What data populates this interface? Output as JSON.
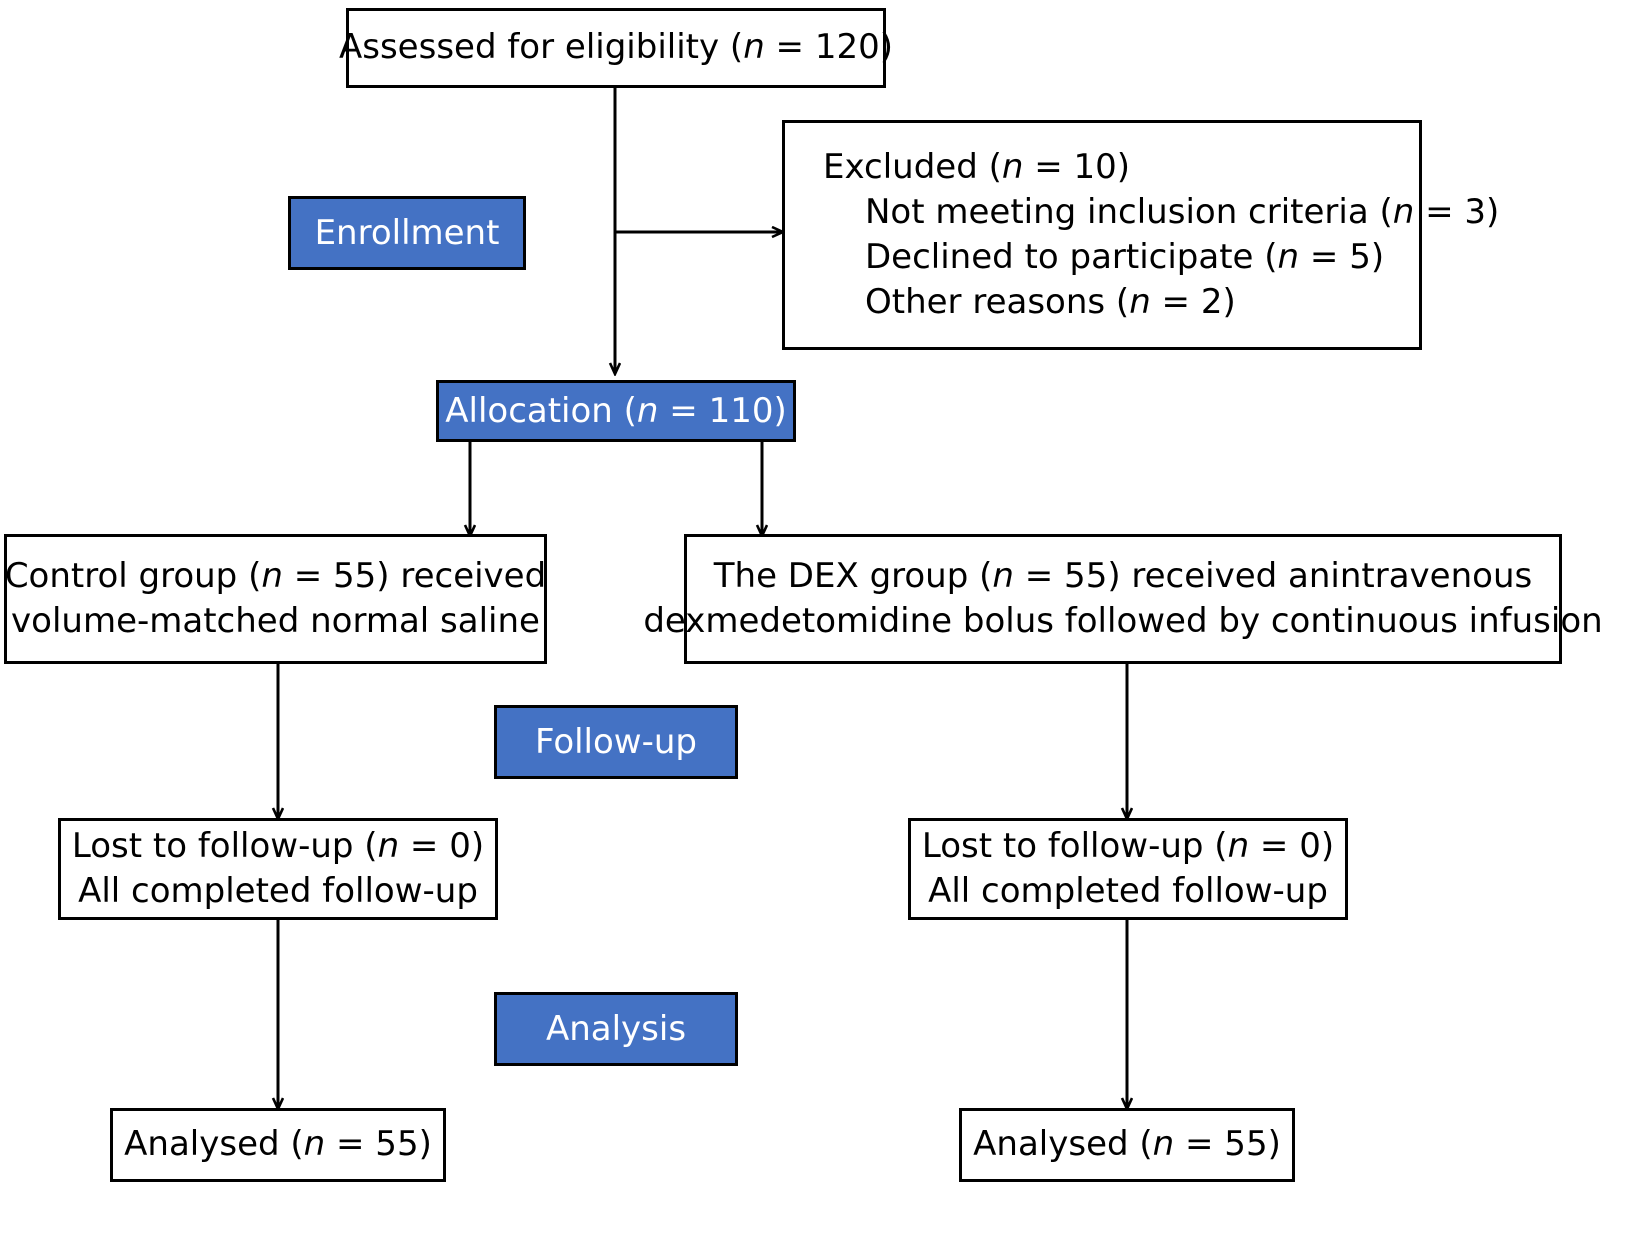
{
  "diagram": {
    "title": "CONSORT participant flow diagram",
    "type": "flowchart",
    "accent_color": "#4472C4",
    "border_color": "#000000",
    "background_color": "#FFFFFF"
  },
  "stages": [
    {
      "id": "enrollment",
      "label": "Enrollment"
    },
    {
      "id": "allocation",
      "label_prefix": "Allocation (",
      "label_var": "n",
      "label_suffix": " = 110)"
    },
    {
      "id": "followup",
      "label": "Follow-up"
    },
    {
      "id": "analysis",
      "label": "Analysis"
    }
  ],
  "nodes": {
    "assessed": {
      "line1_a": "Assessed for eligibility (",
      "line1_var": "n",
      "line1_b": " = 120)"
    },
    "excluded": {
      "heading_a": "Excluded (",
      "heading_var": "n",
      "heading_b": " = 10)",
      "reason1_a": "Not meeting inclusion criteria (",
      "reason1_var": "n",
      "reason1_b": " = 3)",
      "reason2_a": "Declined to participate (",
      "reason2_var": "n",
      "reason2_b": " = 5)",
      "reason3_a": "Other reasons (",
      "reason3_var": "n",
      "reason3_b": " = 2)"
    },
    "control_group": {
      "line1_a": "Control group (",
      "line1_var": "n",
      "line1_b": " = 55) received",
      "line2": "volume-matched normal saline"
    },
    "dex_group": {
      "line1_a": "The DEX group (",
      "line1_var": "n",
      "line1_b": " = 55) received anintravenous",
      "line2": "dexmedetomidine bolus followed by continuous infusion"
    },
    "control_followup": {
      "line1_a": "Lost to follow-up (",
      "line1_var": "n",
      "line1_b": " = 0)",
      "line2": "All completed follow-up"
    },
    "dex_followup": {
      "line1_a": "Lost to follow-up (",
      "line1_var": "n",
      "line1_b": " = 0)",
      "line2": "All completed follow-up"
    },
    "control_analysed": {
      "line1_a": "Analysed (",
      "line1_var": "n",
      "line1_b": " = 55)"
    },
    "dex_analysed": {
      "line1_a": "Analysed (",
      "line1_var": "n",
      "line1_b": " = 55)"
    }
  },
  "counts": {
    "assessed": 120,
    "excluded_total": 10,
    "excluded_not_meeting": 3,
    "excluded_declined": 5,
    "excluded_other": 2,
    "allocated": 110,
    "control_allocated": 55,
    "dex_allocated": 55,
    "control_lost": 0,
    "dex_lost": 0,
    "control_analysed": 55,
    "dex_analysed": 55
  }
}
